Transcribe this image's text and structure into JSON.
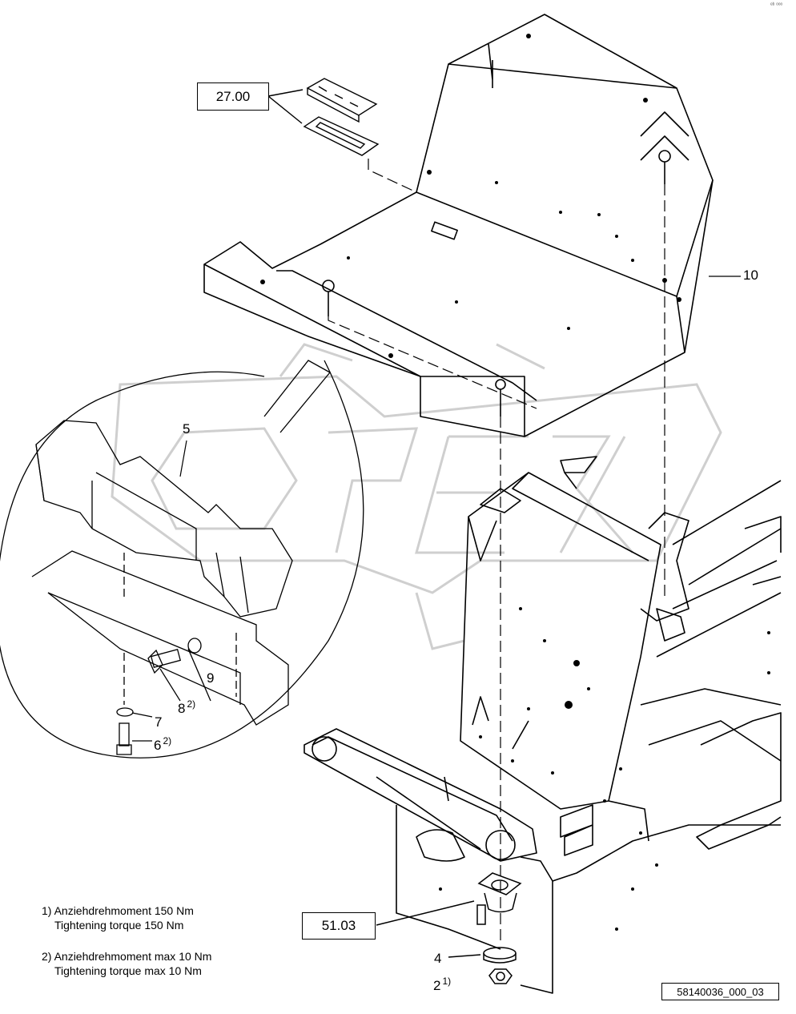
{
  "corner_mark": "ᵉᵇ ᵒᵒᵒ",
  "reference_boxes": {
    "box_2700": "27.00",
    "box_5103": "51.03"
  },
  "callouts": {
    "c10": "10",
    "c5": "5",
    "c9": "9",
    "c8": "8",
    "c8_note": "2)",
    "c7": "7",
    "c6": "6",
    "c6_note": "2)",
    "c4": "4",
    "c2": "2",
    "c2_note": "1)"
  },
  "notes": {
    "n1_de": "1) Anziehdrehmoment 150 Nm",
    "n1_en": "Tightening torque 150 Nm",
    "n2_de": "2)  Anziehdrehmoment max 10 Nm",
    "n2_en": "Tightening torque max 10 Nm"
  },
  "document_number": "58140036_000_03",
  "colors": {
    "line": "#000000",
    "watermark": "#d9d9d9",
    "background": "#ffffff"
  }
}
